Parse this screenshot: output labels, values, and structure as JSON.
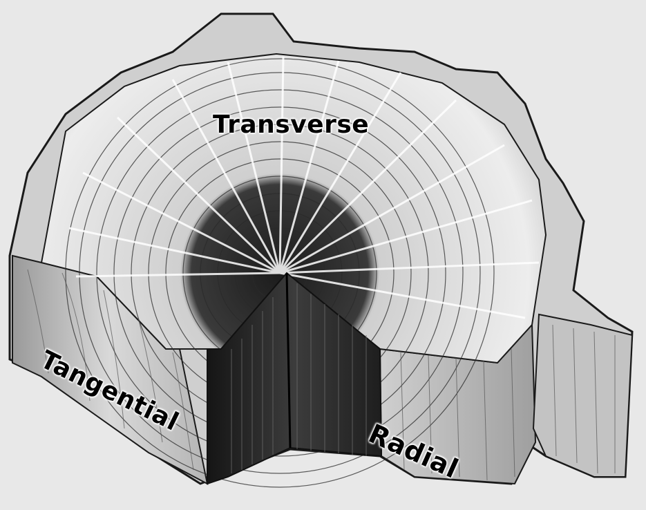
{
  "labels": {
    "transverse": "Transverse",
    "tangential": "Tangential",
    "radial": "Radial"
  },
  "colors": {
    "background": "#e8e8e8",
    "ink": "#1a1a1a",
    "wood_light": "#f2f2f2",
    "wood_mid": "#bdbdbd",
    "heartwood": "#2b2b2b"
  },
  "illustration": "tree-trunk-wedge-cutaway"
}
